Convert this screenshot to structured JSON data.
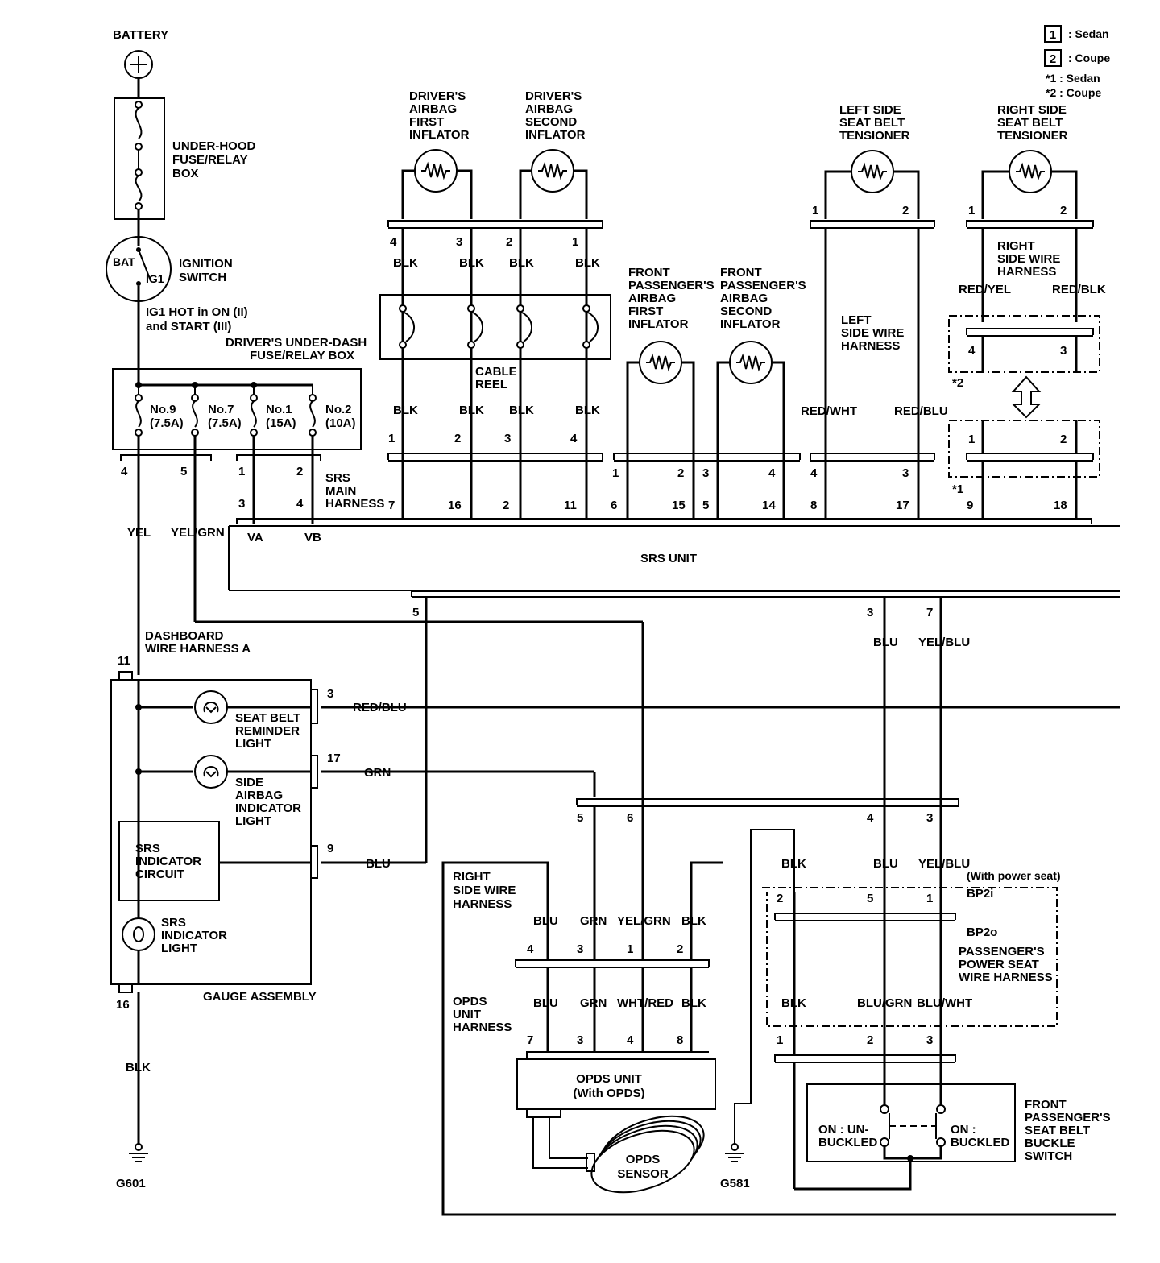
{
  "legend": {
    "box1": "1",
    "box1_label": ": Sedan",
    "box2": "2",
    "box2_label": ": Coupe",
    "star1": "*1 : Sedan",
    "star2": "*2 : Coupe"
  },
  "battery": {
    "label": "BATTERY"
  },
  "underhood": {
    "l1": "UNDER-HOOD",
    "l2": "FUSE/RELAY",
    "l3": "BOX"
  },
  "ignition": {
    "l1": "IGNITION",
    "l2": "SWITCH",
    "bat": "BAT",
    "ig1": "IG1",
    "hot1": "IG1 HOT in ON (II)",
    "hot2": "and START (III)"
  },
  "dash_fuse": {
    "l1": "DRIVER'S UNDER-DASH",
    "l2": "FUSE/RELAY BOX",
    "fuses": [
      {
        "name": "No.9",
        "rating": "(7.5A)"
      },
      {
        "name": "No.7",
        "rating": "(7.5A)"
      },
      {
        "name": "No.1",
        "rating": "(15A)"
      },
      {
        "name": "No.2",
        "rating": "(10A)"
      }
    ]
  },
  "srs_main": {
    "l1": "SRS",
    "l2": "MAIN",
    "l3": "HARNESS"
  },
  "driver_first": {
    "l1": "DRIVER'S",
    "l2": "AIRBAG",
    "l3": "FIRST",
    "l4": "INFLATOR"
  },
  "driver_second": {
    "l1": "DRIVER'S",
    "l2": "AIRBAG",
    "l3": "SECOND",
    "l4": "INFLATOR"
  },
  "cable_reel": {
    "l1": "CABLE",
    "l2": "REEL"
  },
  "pass_first": {
    "l1": "FRONT",
    "l2": "PASSENGER'S",
    "l3": "AIRBAG",
    "l4": "FIRST",
    "l5": "INFLATOR"
  },
  "pass_second": {
    "l1": "FRONT",
    "l2": "PASSENGER'S",
    "l3": "AIRBAG",
    "l4": "SECOND",
    "l5": "INFLATOR"
  },
  "left_tens": {
    "l1": "LEFT SIDE",
    "l2": "SEAT BELT",
    "l3": "TENSIONER"
  },
  "right_tens": {
    "l1": "RIGHT SIDE",
    "l2": "SEAT BELT",
    "l3": "TENSIONER"
  },
  "left_harness": {
    "l1": "LEFT",
    "l2": "SIDE WIRE",
    "l3": "HARNESS"
  },
  "right_harness": {
    "l1": "RIGHT",
    "l2": "SIDE WIRE",
    "l3": "HARNESS"
  },
  "srs_unit": {
    "label": "SRS UNIT",
    "va": "VA",
    "vb": "VB"
  },
  "dash_harness": {
    "l1": "DASHBOARD",
    "l2": "WIRE HARNESS A"
  },
  "gauge": {
    "label": "GAUGE ASSEMBLY",
    "seatbelt": {
      "l1": "SEAT BELT",
      "l2": "REMINDER",
      "l3": "LIGHT"
    },
    "side": {
      "l1": "SIDE",
      "l2": "AIRBAG",
      "l3": "INDICATOR",
      "l4": "LIGHT"
    },
    "circuit": {
      "l1": "SRS",
      "l2": "INDICATOR",
      "l3": "CIRCUIT"
    },
    "light": {
      "l1": "SRS",
      "l2": "INDICATOR",
      "l3": "LIGHT"
    }
  },
  "right_wire_harness": {
    "l1": "RIGHT",
    "l2": "SIDE WIRE",
    "l3": "HARNESS"
  },
  "opds_harness": {
    "l1": "OPDS",
    "l2": "UNIT",
    "l3": "HARNESS"
  },
  "opds_unit": {
    "l1": "OPDS UNIT",
    "l2": "(With OPDS)"
  },
  "opds_sensor": {
    "l1": "OPDS",
    "l2": "SENSOR"
  },
  "power_seat": {
    "with": "(With power seat)",
    "bp2i": "BP2i",
    "bp2o": "BP2o",
    "l1": "PASSENGER'S",
    "l2": "POWER SEAT",
    "l3": "WIRE HARNESS"
  },
  "buckle": {
    "l1": "FRONT",
    "l2": "PASSENGER'S",
    "l3": "SEAT BELT",
    "l4": "BUCKLE",
    "l5": "SWITCH",
    "on_un1": "ON : UN-",
    "on_un2": "BUCKLED",
    "on_b1": "ON :",
    "on_b2": "BUCKLED"
  },
  "grounds": {
    "g601": "G601",
    "g581": "G581"
  },
  "wires": {
    "yel": "YEL",
    "yel_grn": "YEL/GRN",
    "blk": "BLK",
    "red_yel": "RED/YEL",
    "red_blk": "RED/BLK",
    "red_wht": "RED/WHT",
    "red_blu": "RED/BLU",
    "blu": "BLU",
    "yel_blu": "YEL/BLU",
    "grn": "GRN",
    "wht_red": "WHT/RED",
    "blu_grn": "BLU/GRN",
    "blu_wht": "BLU/WHT"
  },
  "pins": {
    "p1": "1",
    "p2": "2",
    "p3": "3",
    "p4": "4",
    "p5": "5",
    "p6": "6",
    "p7": "7",
    "p8": "8",
    "p9": "9",
    "p11": "11",
    "p14": "14",
    "p15": "15",
    "p16": "16",
    "p17": "17",
    "p18": "18"
  }
}
